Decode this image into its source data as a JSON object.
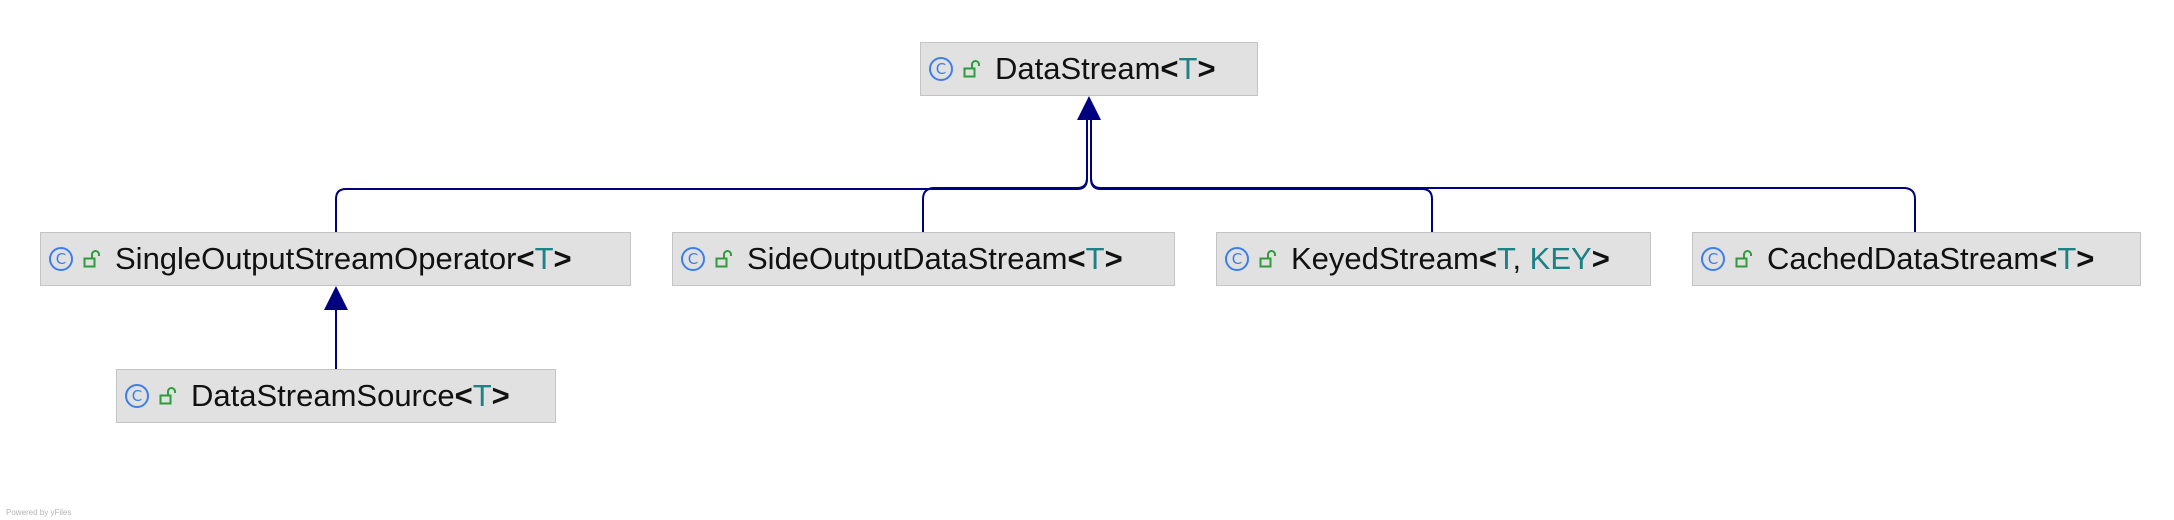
{
  "diagram": {
    "edge_color": "#000080",
    "node_fill": "#e1e1e1",
    "type_param_color": "#1d8185",
    "class_icon_color": "#3d7ee8",
    "visibility_icon_color": "#2e9c3c",
    "nodes": [
      {
        "id": "datastream",
        "name": "DataStream",
        "type_params": [
          "T"
        ],
        "icon": "class-icon",
        "visibility_icon": "unlocked-icon"
      },
      {
        "id": "singleoutput",
        "name": "SingleOutputStreamOperator",
        "type_params": [
          "T"
        ],
        "icon": "class-icon",
        "visibility_icon": "unlocked-icon"
      },
      {
        "id": "sideoutput",
        "name": "SideOutputDataStream",
        "type_params": [
          "T"
        ],
        "icon": "class-icon",
        "visibility_icon": "unlocked-icon"
      },
      {
        "id": "keyed",
        "name": "KeyedStream",
        "type_params": [
          "T",
          "KEY"
        ],
        "icon": "class-icon",
        "visibility_icon": "unlocked-icon"
      },
      {
        "id": "cached",
        "name": "CachedDataStream",
        "type_params": [
          "T"
        ],
        "icon": "class-icon",
        "visibility_icon": "unlocked-icon"
      },
      {
        "id": "source",
        "name": "DataStreamSource",
        "type_params": [
          "T"
        ],
        "icon": "class-icon",
        "visibility_icon": "unlocked-icon"
      }
    ],
    "edges": [
      {
        "from": "singleoutput",
        "to": "datastream",
        "relation": "extends"
      },
      {
        "from": "sideoutput",
        "to": "datastream",
        "relation": "extends"
      },
      {
        "from": "keyed",
        "to": "datastream",
        "relation": "extends"
      },
      {
        "from": "cached",
        "to": "datastream",
        "relation": "extends"
      },
      {
        "from": "source",
        "to": "singleoutput",
        "relation": "extends"
      }
    ],
    "footer": "Powered by yFiles"
  }
}
